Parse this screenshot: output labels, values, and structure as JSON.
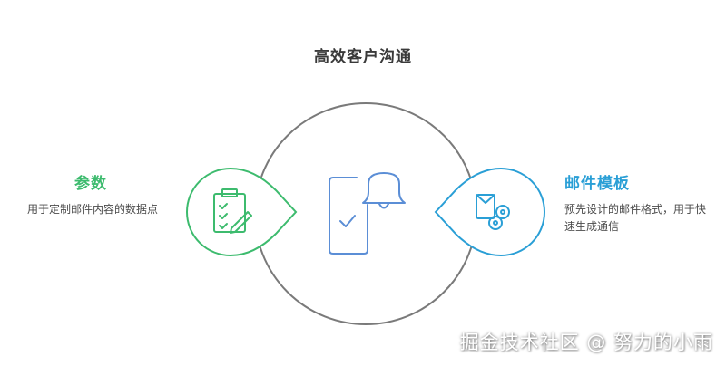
{
  "title": "高效客户沟通",
  "left": {
    "title": "参数",
    "description": "用于定制邮件内容的数据点",
    "icon": "clipboard-edit-icon",
    "color": "#3dbb6e"
  },
  "center": {
    "icon": "phone-notification-icon",
    "color": "#5b8ed6"
  },
  "right": {
    "title": "邮件模板",
    "description": "预先设计的邮件格式，用于快速生成通信",
    "icon": "mail-settings-icon",
    "color": "#2a9fd6"
  },
  "watermark": "掘金技术社区 @ 努力的小雨"
}
